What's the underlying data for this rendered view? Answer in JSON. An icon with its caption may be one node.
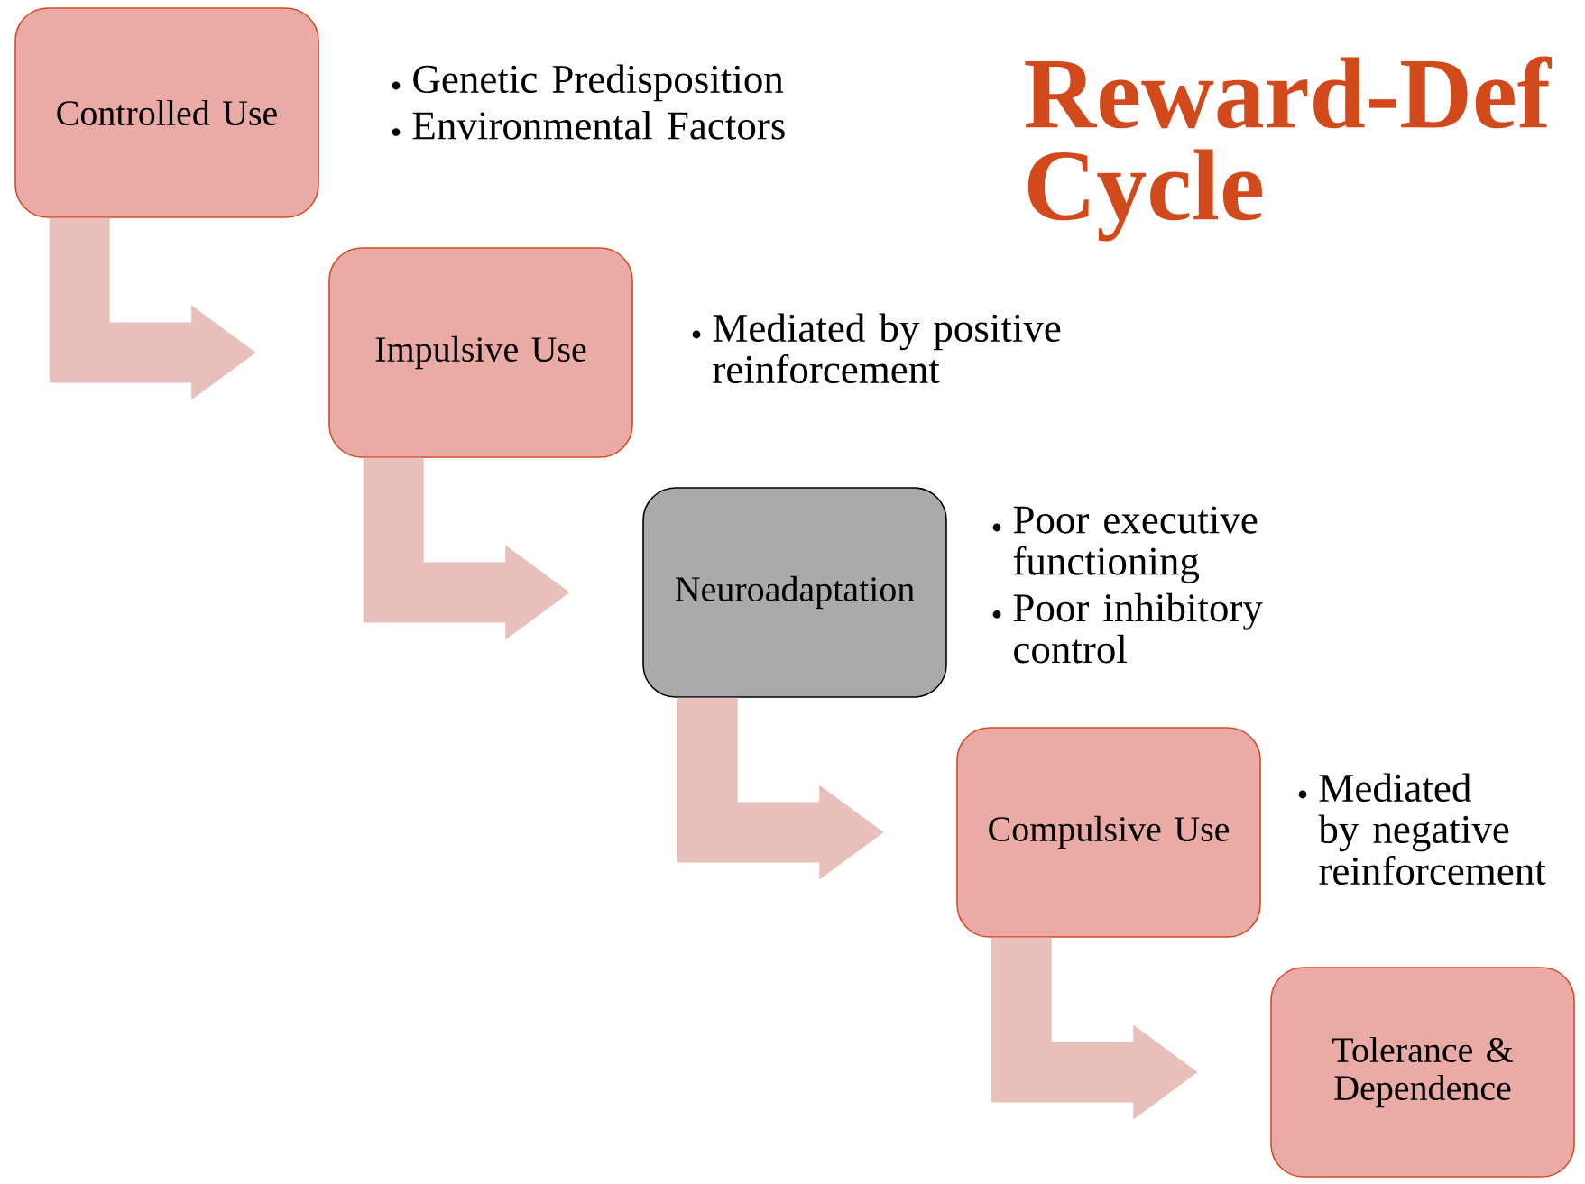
{
  "diagram": {
    "title": "Reward-Def Cycle",
    "nodes": [
      {
        "text": [
          "Controlled Use"
        ],
        "beside": [
          "Genetic Predisposition",
          "Environmental Factors"
        ]
      },
      {
        "text": [
          "Impulsive Use"
        ],
        "beside": [
          "Mediated by positive reinforcement"
        ]
      },
      {
        "text": [
          "Neuroadaptation"
        ],
        "beside": [
          "Poor executive functioning",
          "Poor inhibitory control"
        ]
      },
      {
        "text": [
          "Compulsive Use"
        ],
        "beside": [
          "Mediated by negative reinforcement"
        ]
      },
      {
        "text": [
          "Tolerance & Dependence"
        ]
      }
    ],
    "edges": [
      {
        "from": 0,
        "to": 1,
        "arrow": "to"
      },
      {
        "from": 1,
        "to": 2,
        "arrow": "to"
      },
      {
        "from": 2,
        "to": 3,
        "arrow": "to"
      },
      {
        "from": 3,
        "to": 4,
        "arrow": "to"
      }
    ]
  }
}
